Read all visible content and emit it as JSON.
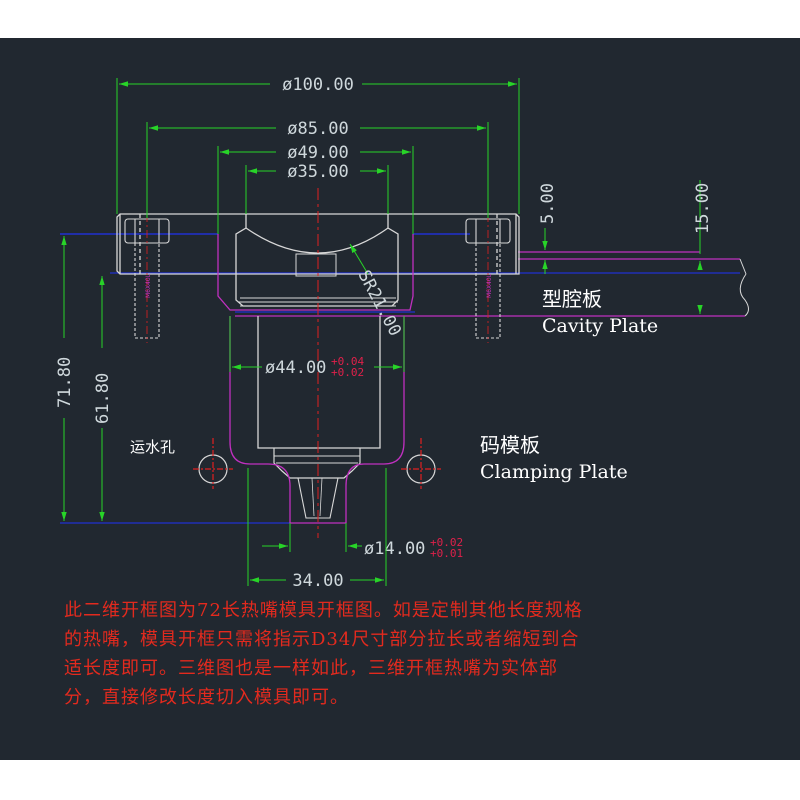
{
  "dimensions": {
    "d100": "ø100.00",
    "d85": "ø85.00",
    "d49": "ø49.00",
    "d35": "ø35.00",
    "d44": "ø44.00",
    "d44_tol_upper": "+0.04",
    "d44_tol_lower": "+0.02",
    "d14": "ø14.00",
    "d14_tol_upper": "+0.02",
    "d14_tol_lower": "+0.01",
    "w34": "34.00",
    "h5": "5.00",
    "h15": "15.00",
    "h71": "71.80",
    "h61": "61.80",
    "sr": "SR21.00"
  },
  "labels": {
    "cavity_cn": "型腔板",
    "cavity_en": "Cavity Plate",
    "clamping_cn": "码模板",
    "clamping_en": "Clamping Plate",
    "water_hole": "运水孔",
    "screw_mark": "M6X40L"
  },
  "note": "此二维开框图为72长热嘴模具开框图。如是定制其他长度规格的热嘴，模具开框只需将指示D34尺寸部分拉长或者缩短到合适长度即可。三维图也是一样如此，三维开框热嘴为实体部分，直接修改长度切入模具即可。",
  "colors": {
    "background": "#212830",
    "dimension_line": "#28d428",
    "part_outline": "#d8d8d8",
    "cavity_outline": "#c030c0",
    "plate_line": "#2030d0",
    "note_text": "#e32a1e"
  }
}
